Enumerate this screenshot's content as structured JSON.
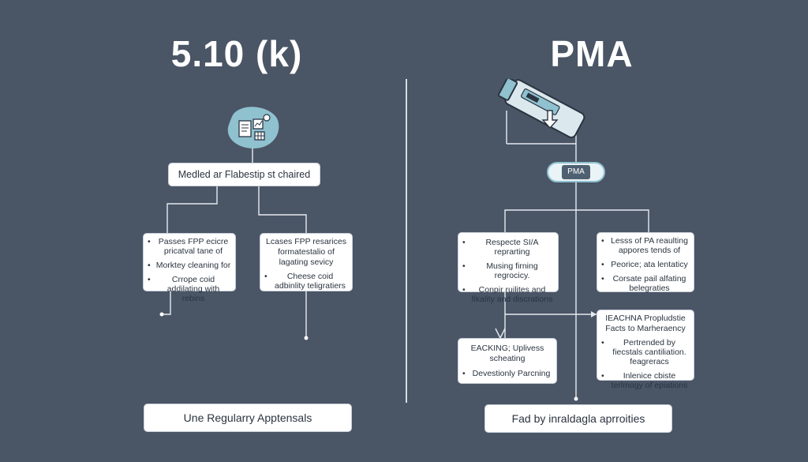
{
  "left": {
    "title": "5.10 (k)",
    "top_box": "Medled ar Flabestip st chaired",
    "box_a": [
      "Passes FPP ecicre pricatval tane of",
      "Morktey cleaning for",
      "Crrope coid addilating with rebins"
    ],
    "box_b_header": "Lcases FPP resarices formatestalio of lagating sevicy",
    "box_b": [
      "Cheese coid adbinlity teligratiers"
    ],
    "bottom": "Une Regularry Apptensals",
    "icon": "document-chart-icon"
  },
  "right": {
    "title": "PMA",
    "pill": "PMA",
    "box_a": [
      "Respecte SI/A reprarting",
      "Musing firning regrocicy.",
      "Conpir ruilites and fikality and discrations"
    ],
    "box_b": [
      "Lesss of PA reaulting appores tends of",
      "Peorice; ata lentaticy",
      "Corsate pail alfating belegraties"
    ],
    "box_c_header": "EACKING; Uplivess scheating",
    "box_c": [
      "Devestionly Parcning"
    ],
    "box_d_header": "IEACHNA Propludstie Facts to Marheraency",
    "box_d": [
      "Pertrended by fiecstals cantiliation. feagreracs",
      "Inlenice cbiste terlmogy of epiations"
    ],
    "bottom": "Fad by inraldagla aprroities",
    "icon": "usb-drive-icon"
  },
  "colors": {
    "background": "#4a5566",
    "box": "#ffffff",
    "line": "#e6eaef",
    "accent": "#8fc1cf"
  }
}
